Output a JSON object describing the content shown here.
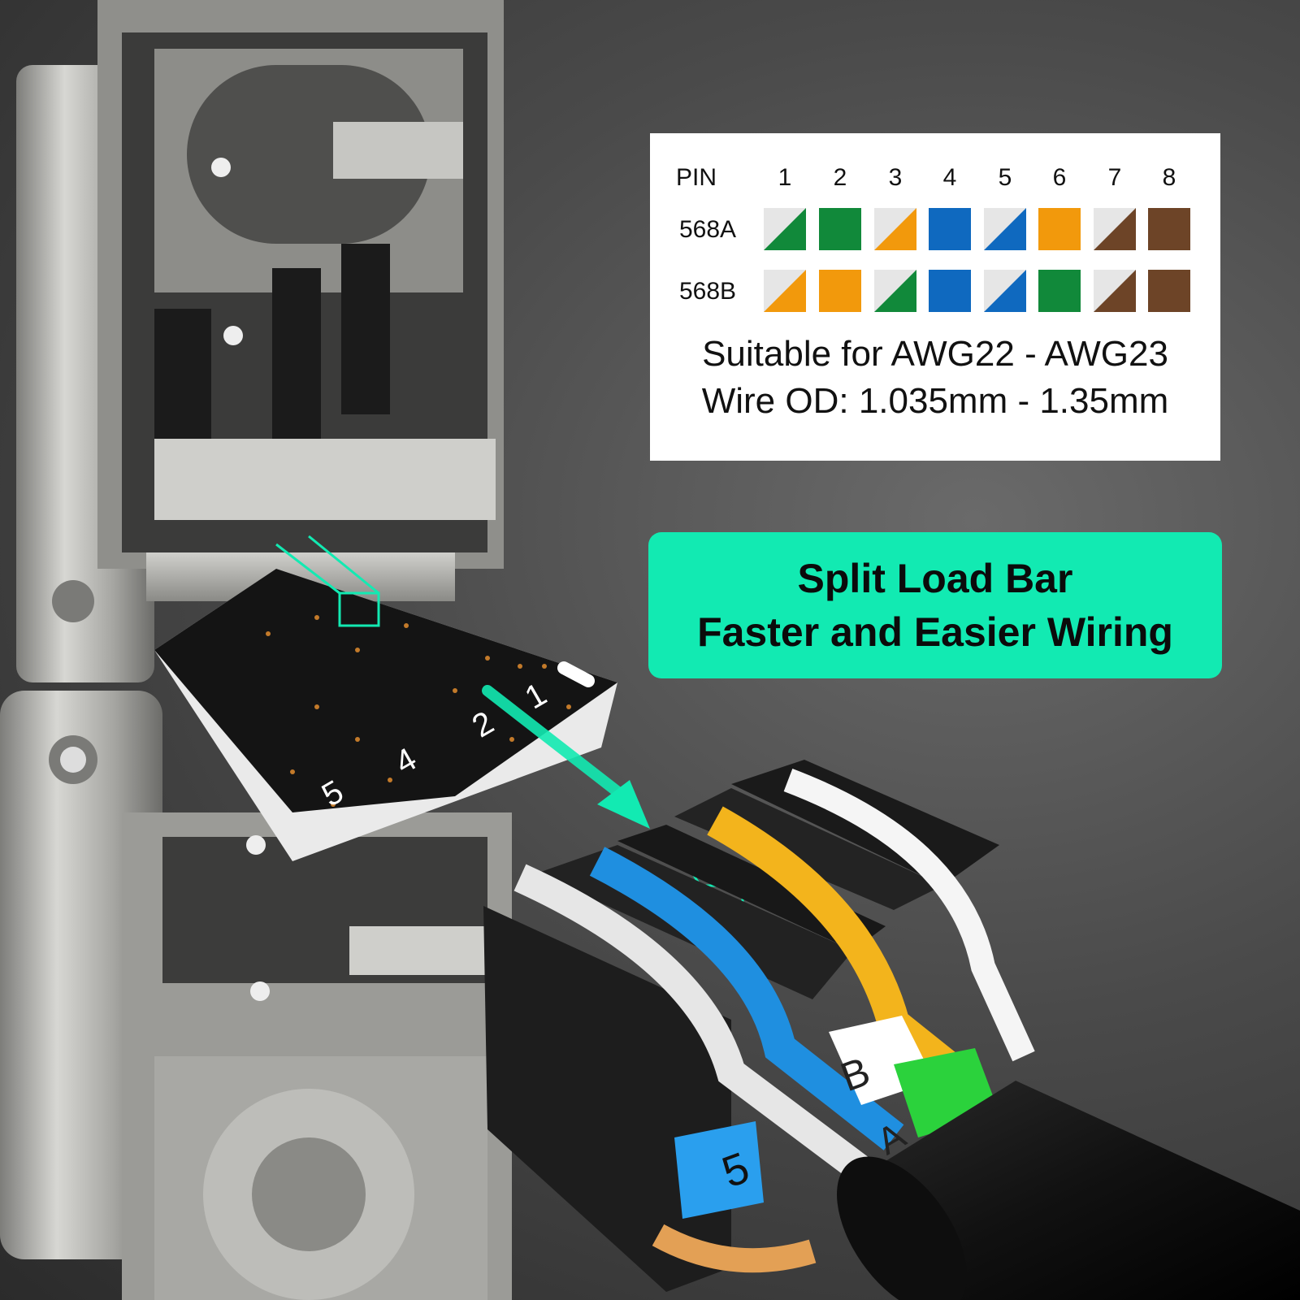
{
  "wiring_table": {
    "pin_header": "PIN",
    "pins": [
      "1",
      "2",
      "3",
      "4",
      "5",
      "6",
      "7",
      "8"
    ],
    "rows": [
      {
        "label": "568A",
        "swatches": [
          {
            "color": "#11893a",
            "striped": true
          },
          {
            "color": "#11893a",
            "striped": false
          },
          {
            "color": "#f2990c",
            "striped": true
          },
          {
            "color": "#0f69bf",
            "striped": false
          },
          {
            "color": "#0f69bf",
            "striped": true
          },
          {
            "color": "#f2990c",
            "striped": false
          },
          {
            "color": "#6d4427",
            "striped": true
          },
          {
            "color": "#6d4427",
            "striped": false
          }
        ]
      },
      {
        "label": "568B",
        "swatches": [
          {
            "color": "#f2990c",
            "striped": true
          },
          {
            "color": "#f2990c",
            "striped": false
          },
          {
            "color": "#11893a",
            "striped": true
          },
          {
            "color": "#0f69bf",
            "striped": false
          },
          {
            "color": "#0f69bf",
            "striped": true
          },
          {
            "color": "#11893a",
            "striped": false
          },
          {
            "color": "#6d4427",
            "striped": true
          },
          {
            "color": "#6d4427",
            "striped": false
          }
        ]
      }
    ],
    "note_line1": "Suitable for AWG22 - AWG23",
    "note_line2": "Wire OD: 1.035mm - 1.35mm"
  },
  "banner": {
    "line1": "Split Load Bar",
    "line2": "Faster and Easier Wiring"
  },
  "load_bar_labels": {
    "pin1": "1",
    "pin2": "2",
    "pin4": "4",
    "pin5": "5"
  },
  "wire_labels": {
    "b_tag": "B",
    "a_tag": "A",
    "five_tag": "5"
  },
  "colors": {
    "accent": "#12eab2",
    "metal": "#b9b9b6",
    "plastic": "#161616",
    "stripe_white": "#e6e6e6"
  }
}
